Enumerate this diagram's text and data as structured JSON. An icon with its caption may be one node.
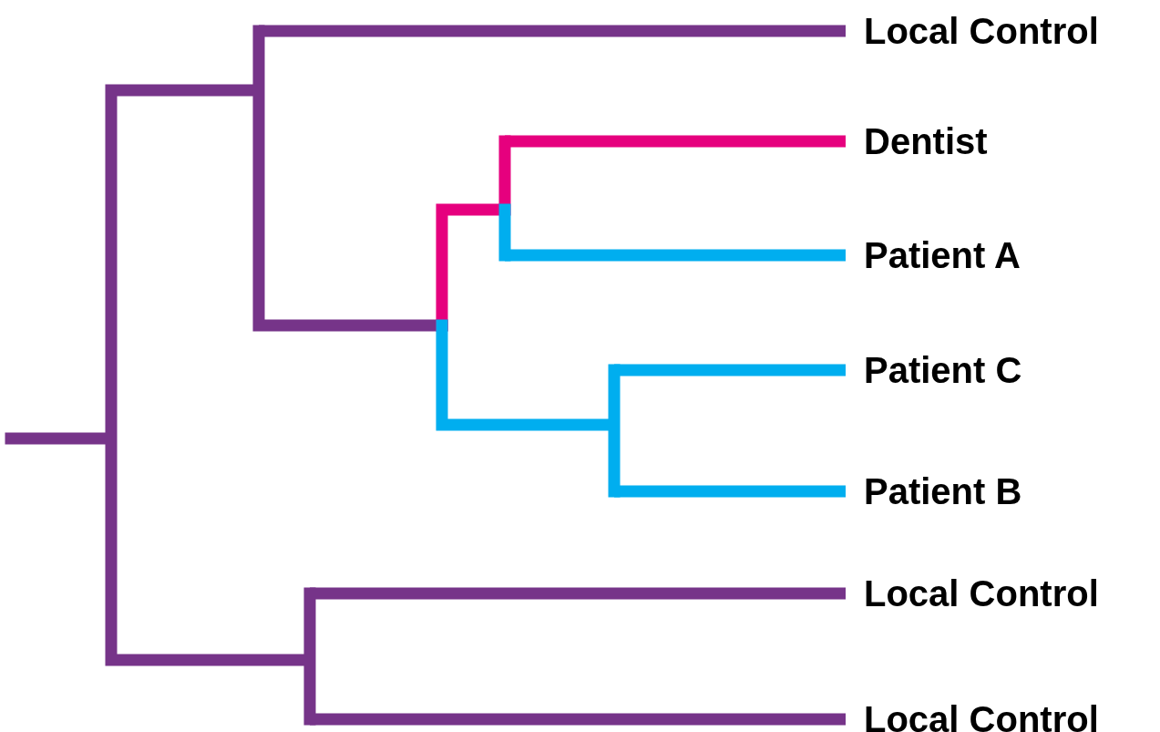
{
  "diagram": {
    "nodes": [
      {
        "text": [
          "Local Control"
        ]
      },
      {
        "text": [
          "Dentist"
        ]
      },
      {
        "text": [
          "Patient A"
        ]
      },
      {
        "text": [
          "Patient C"
        ]
      },
      {
        "text": [
          "Patient B"
        ]
      },
      {
        "text": [
          "Local Control"
        ]
      },
      {
        "text": [
          "Local Control"
        ]
      }
    ],
    "edges": [
      {
        "from": null,
        "to": 0,
        "arrow": "none"
      },
      {
        "from": null,
        "to": 1,
        "arrow": "none",
        "color": "#e6007e"
      },
      {
        "from": null,
        "to": 2,
        "arrow": "none",
        "color": "#00aeef"
      },
      {
        "from": null,
        "to": 3,
        "arrow": "none",
        "color": "#00aeef"
      },
      {
        "from": null,
        "to": 4,
        "arrow": "none",
        "color": "#00aeef"
      },
      {
        "from": null,
        "to": 5,
        "arrow": "none"
      },
      {
        "from": null,
        "to": 6,
        "arrow": "none"
      }
    ]
  }
}
